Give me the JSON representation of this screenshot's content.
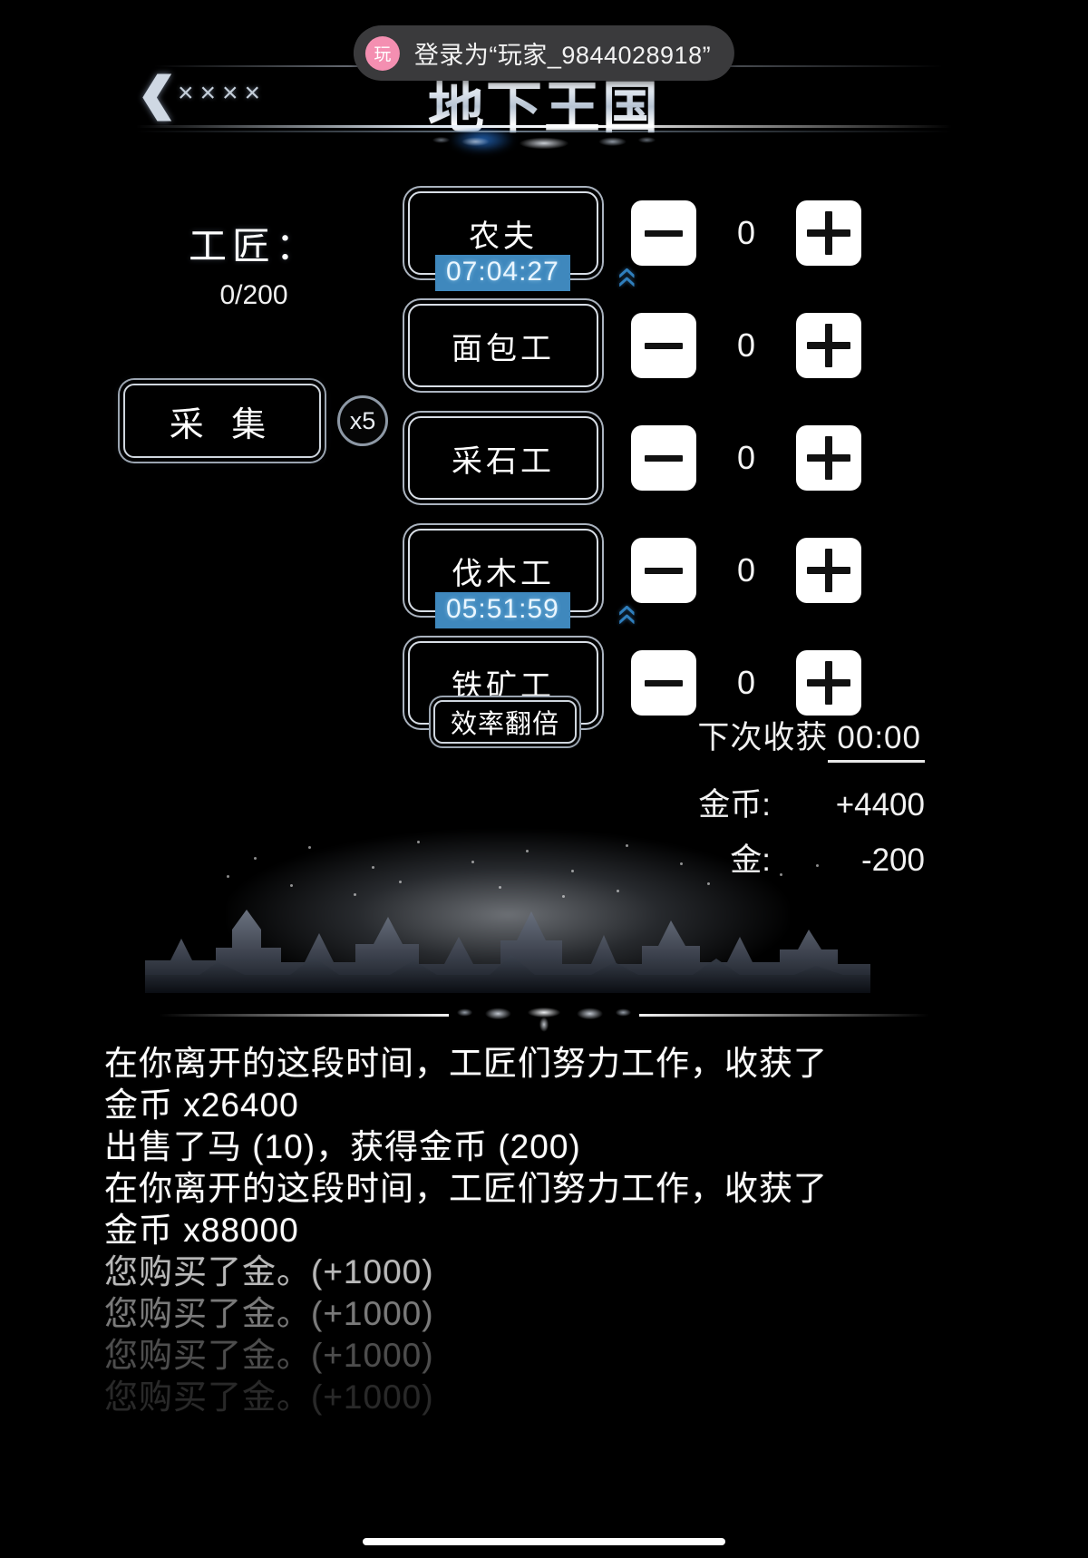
{
  "toast": {
    "avatar_label": "玩",
    "message": "登录为“玩家_9844028918”"
  },
  "header": {
    "title": "地下王国",
    "back_icon": "back-arrow-icon",
    "back_marks": "××××"
  },
  "left_panel": {
    "craftsmen_label": "工匠：",
    "craftsmen_count": "0/200",
    "gather_button": "采 集",
    "gather_multiplier": "x5"
  },
  "workers": [
    {
      "name": "农夫",
      "count": "0",
      "timer": "07:04:27",
      "has_timer": true,
      "minus": "−",
      "plus": "+"
    },
    {
      "name": "面包工",
      "count": "0",
      "timer": "",
      "has_timer": false,
      "minus": "−",
      "plus": "+"
    },
    {
      "name": "采石工",
      "count": "0",
      "timer": "",
      "has_timer": false,
      "minus": "−",
      "plus": "+"
    },
    {
      "name": "伐木工",
      "count": "0",
      "timer": "05:51:59",
      "has_timer": true,
      "minus": "−",
      "plus": "+"
    },
    {
      "name": "铁矿工",
      "count": "0",
      "timer": "",
      "has_timer": false,
      "minus": "−",
      "plus": "+"
    }
  ],
  "efficiency_button": "效率翻倍",
  "harvest": {
    "next_label": "下次收获",
    "next_time": "00:00",
    "rows": [
      {
        "key": "金币:",
        "value": "+4400"
      },
      {
        "key": "金:",
        "value": "-200"
      }
    ]
  },
  "log": {
    "lines": [
      {
        "text": "在你离开的这段时间，工匠们努力工作，收获了",
        "opacity": 1.0
      },
      {
        "text": "金币 x26400",
        "opacity": 1.0
      },
      {
        "text": "出售了马 (10)，获得金币 (200)",
        "opacity": 1.0
      },
      {
        "text": "在你离开的这段时间，工匠们努力工作，收获了",
        "opacity": 1.0
      },
      {
        "text": "金币 x88000",
        "opacity": 1.0
      },
      {
        "text": "您购买了金。(+1000)",
        "opacity": 0.72
      },
      {
        "text": "您购买了金。(+1000)",
        "opacity": 0.48
      },
      {
        "text": "您购买了金。(+1000)",
        "opacity": 0.3
      },
      {
        "text": "您购买了金。(+1000)",
        "opacity": 0.16
      }
    ]
  },
  "colors": {
    "background": "#000000",
    "timer_badge": "#3f88bd",
    "timer_text": "#eaf6ff",
    "toast_bg": "#3a3a3c",
    "avatar_bg": "#f48fb1",
    "button_face": "#ffffff",
    "text": "#ffffff"
  }
}
